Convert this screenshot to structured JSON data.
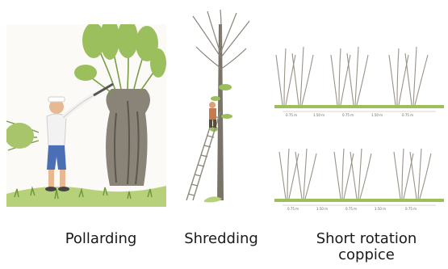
{
  "captions": {
    "pollarding": "Pollarding",
    "shredding": "Shredding",
    "coppice_line1": "Short rotation",
    "coppice_line2": "coppice"
  },
  "coppice": {
    "top_spacings": [
      "0.75 m",
      "1.50 m",
      "0.75 m",
      "1.50 m",
      "0.75 m"
    ],
    "bottom_spacings": [
      "0.75 m",
      "1.50 m",
      "0.75 m",
      "1.50 m",
      "0.75 m"
    ]
  },
  "colors": {
    "ground_green": "#9dbf5a",
    "trunk_gray": "#6f6a62",
    "foliage_green": "#9cbf5e",
    "shirt_white": "#f2f2f2",
    "pants_blue": "#4a6fb5"
  }
}
